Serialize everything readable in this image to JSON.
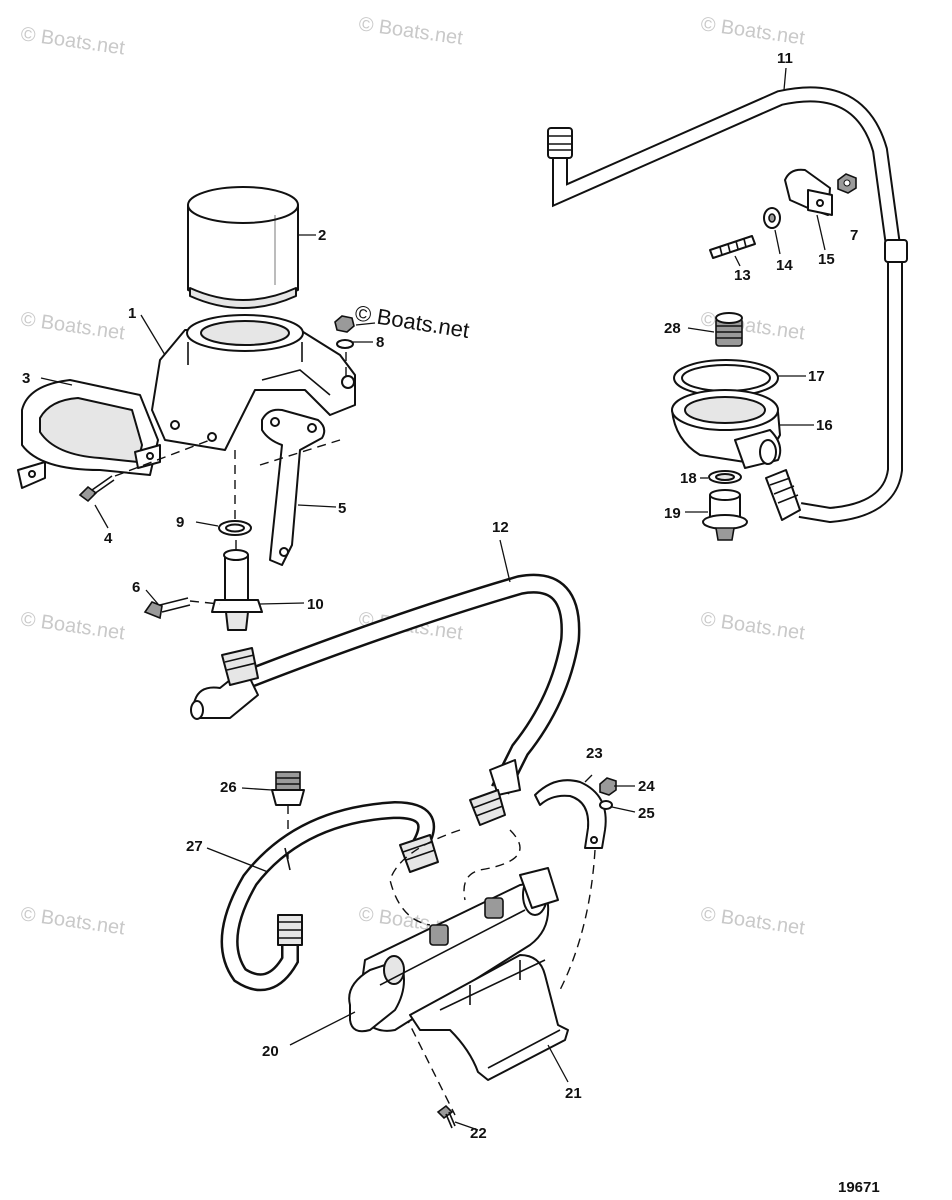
{
  "watermark": {
    "text": "© Boats.net",
    "feature_text": "© Boats.net"
  },
  "figure_number": "19671",
  "callouts": {
    "c1": "1",
    "c2": "2",
    "c3": "3",
    "c4": "4",
    "c5": "5",
    "c6": "6",
    "c7": "7",
    "c8": "8",
    "c9": "9",
    "c10": "10",
    "c11": "11",
    "c12": "12",
    "c13": "13",
    "c14": "14",
    "c15": "15",
    "c16": "16",
    "c17": "17",
    "c18": "18",
    "c19": "19",
    "c20": "20",
    "c21": "21",
    "c22": "22",
    "c23": "23",
    "c24": "24",
    "c25": "25",
    "c26": "26",
    "c27": "27",
    "c28": "28"
  }
}
